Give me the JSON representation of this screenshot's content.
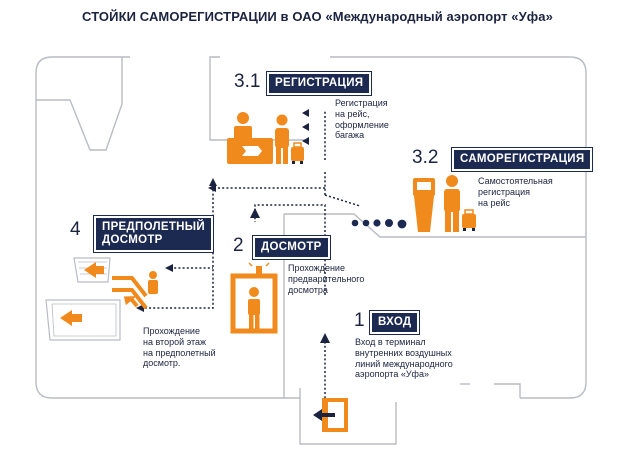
{
  "title": "СТОЙКИ САМОРЕГИСТРАЦИИ в ОАО «Международный аэропорт «Уфа»",
  "steps": {
    "registration": {
      "number": "3.1",
      "label": "РЕГИСТРАЦИЯ",
      "note": "Регистрация\nна рейс,\nоформление\nбагажа"
    },
    "self_checkin": {
      "number": "3.2",
      "label": "САМОРЕГИСТРАЦИЯ",
      "note": "Самостоятельная\nрегистрация\nна рейс"
    },
    "preflight": {
      "number": "4",
      "label": "ПРЕДПОЛЕТНЫЙ\nДОСМОТР",
      "note": "Прохождение\nна второй этаж\nна предполетный\nдосмотр."
    },
    "screening": {
      "number": "2",
      "label": "ДОСМОТР",
      "note": "Прохождение\nпредварительного\nдосмотра"
    },
    "entrance": {
      "number": "1",
      "label": "ВХОД",
      "note": "Вход в терминал\nвнутренних воздушных\nлиний международного\nаэропорта «Уфа»"
    }
  },
  "colors": {
    "navy": "#1c2a52",
    "orange": "#f08a1c",
    "wall": "#b9bcc4",
    "path": "#1c2340"
  },
  "icons": [
    "registration-desk-icon",
    "self-checkin-kiosk-icon",
    "passenger-icon",
    "luggage-icon",
    "metal-detector-icon",
    "escalator-icon",
    "exit-door-icon"
  ]
}
